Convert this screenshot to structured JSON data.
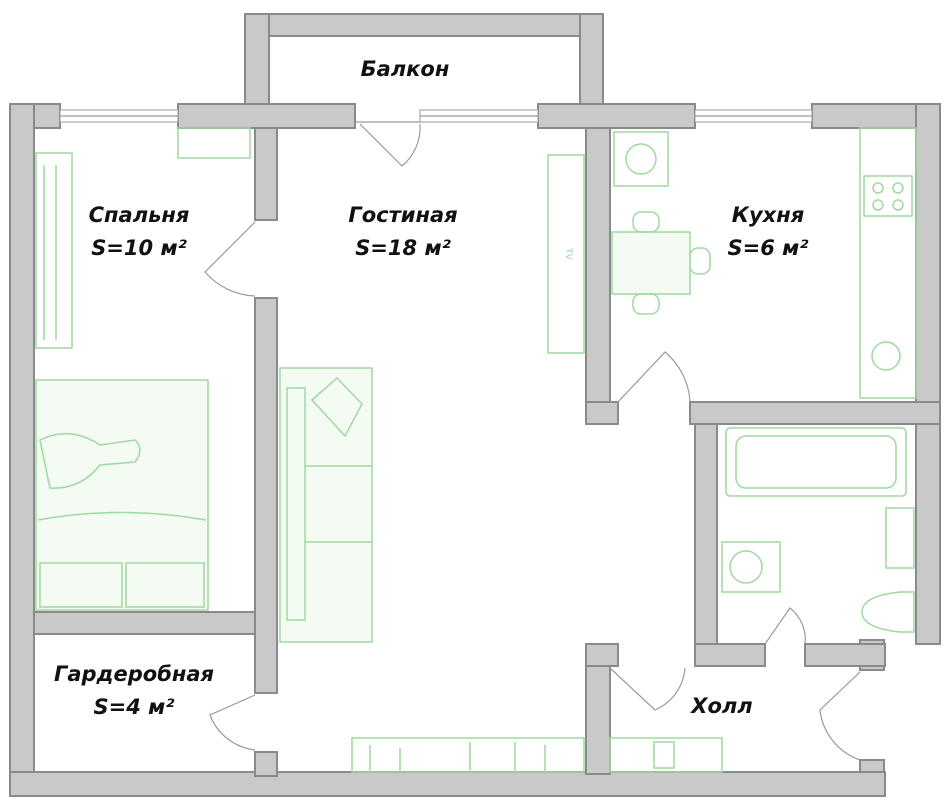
{
  "rooms": {
    "balcony": {
      "name": "Балкон"
    },
    "bedroom": {
      "name": "Спальня",
      "area": "S=10 м²"
    },
    "living": {
      "name": "Гостиная",
      "area": "S=18 м²"
    },
    "kitchen": {
      "name": "Кухня",
      "area": "S=6 м²"
    },
    "wardrobe": {
      "name": "Гардеробная",
      "area": "S=4 м²"
    },
    "hall": {
      "name": "Холл"
    }
  },
  "furniture": {
    "tv_label": "TV"
  },
  "colors": {
    "wall": "#c9c9c9",
    "wall_outline": "#8a8a8a",
    "furniture": "#9fd99f",
    "door": "#9a9a9a"
  }
}
